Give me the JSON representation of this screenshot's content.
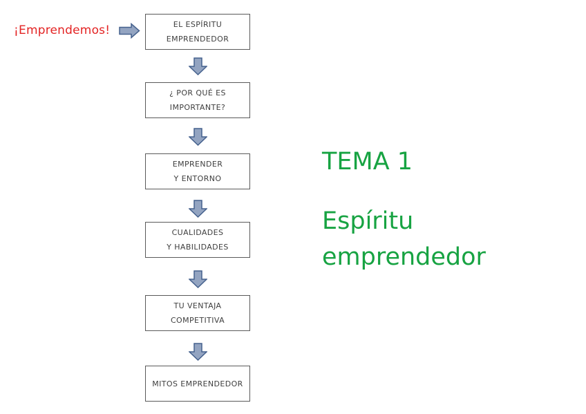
{
  "page": {
    "background_color": "#ffffff"
  },
  "callout": {
    "label": "¡Emprendemos!",
    "color": "#E32323"
  },
  "flowchart": {
    "box_border_color": "#595959",
    "box_text_color": "#3e3e3e",
    "arrow_fill_color": "#93A4C1",
    "arrow_stroke_color": "#45618D",
    "boxes": [
      {
        "lines": [
          "EL ESPÍRITU",
          "EMPRENDEDOR"
        ]
      },
      {
        "lines": [
          "¿ POR QUÉ ES",
          "IMPORTANTE?"
        ]
      },
      {
        "lines": [
          "EMPRENDER",
          "Y ENTORNO"
        ]
      },
      {
        "lines": [
          "CUALIDADES",
          "Y HABILIDADES"
        ]
      },
      {
        "lines": [
          "TU VENTAJA",
          "COMPETITIVA"
        ]
      },
      {
        "lines": [
          "MITOS EMPRENDEDOR"
        ]
      }
    ]
  },
  "title_block": {
    "heading": "TEMA 1",
    "subtitle_line1": "Espíritu",
    "subtitle_line2": "emprendedor",
    "color": "#17A342"
  }
}
